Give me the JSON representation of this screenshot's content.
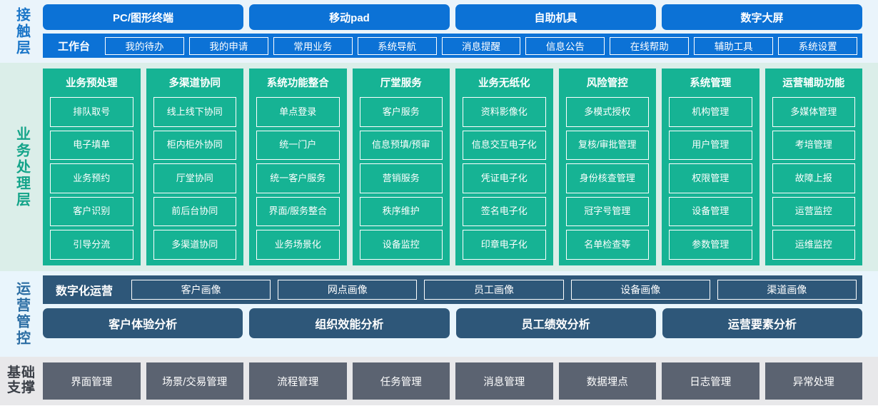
{
  "colors": {
    "contact_bg": "#eaf4fb",
    "contact_accent": "#0c72d6",
    "business_bg": "#dbeee9",
    "business_accent": "#16b394",
    "ops_bg": "#e9f5fc",
    "ops_accent": "#2e5779",
    "base_bg": "#e8e8ea",
    "base_accent": "#5b6371"
  },
  "layers": {
    "contact": {
      "label": "接触层",
      "channels": [
        {
          "label": "PC/图形终端"
        },
        {
          "label": "移动pad"
        },
        {
          "label": "自助机具"
        },
        {
          "label": "数字大屏"
        }
      ],
      "workbench_title": "工作台",
      "workbench_items": [
        {
          "label": "我的待办"
        },
        {
          "label": "我的申请"
        },
        {
          "label": "常用业务"
        },
        {
          "label": "系统导航"
        },
        {
          "label": "消息提醒"
        },
        {
          "label": "信息公告"
        },
        {
          "label": "在线帮助"
        },
        {
          "label": "辅助工具"
        },
        {
          "label": "系统设置"
        }
      ]
    },
    "business": {
      "label": "业务处理层",
      "columns": [
        {
          "title": "业务预处理",
          "items": [
            {
              "label": "排队取号"
            },
            {
              "label": "电子填单"
            },
            {
              "label": "业务预约"
            },
            {
              "label": "客户识别"
            },
            {
              "label": "引导分流"
            }
          ]
        },
        {
          "title": "多渠道协同",
          "items": [
            {
              "label": "线上线下协同"
            },
            {
              "label": "柜内柜外协同"
            },
            {
              "label": "厅堂协同"
            },
            {
              "label": "前后台协同"
            },
            {
              "label": "多渠道协同"
            }
          ]
        },
        {
          "title": "系统功能整合",
          "items": [
            {
              "label": "单点登录"
            },
            {
              "label": "统一门户"
            },
            {
              "label": "统一客户服务"
            },
            {
              "label": "界面/服务整合"
            },
            {
              "label": "业务场景化"
            }
          ]
        },
        {
          "title": "厅堂服务",
          "items": [
            {
              "label": "客户服务"
            },
            {
              "label": "信息预填/预审"
            },
            {
              "label": "营销服务"
            },
            {
              "label": "秩序维护"
            },
            {
              "label": "设备监控"
            }
          ]
        },
        {
          "title": "业务无纸化",
          "items": [
            {
              "label": "资料影像化"
            },
            {
              "label": "信息交互电子化"
            },
            {
              "label": "凭证电子化"
            },
            {
              "label": "签名电子化"
            },
            {
              "label": "印章电子化"
            }
          ]
        },
        {
          "title": "风险管控",
          "items": [
            {
              "label": "多模式授权"
            },
            {
              "label": "复核/审批管理"
            },
            {
              "label": "身份核查管理"
            },
            {
              "label": "冠字号管理"
            },
            {
              "label": "名单检查等"
            }
          ]
        },
        {
          "title": "系统管理",
          "items": [
            {
              "label": "机构管理"
            },
            {
              "label": "用户管理"
            },
            {
              "label": "权限管理"
            },
            {
              "label": "设备管理"
            },
            {
              "label": "参数管理"
            }
          ]
        },
        {
          "title": "运营辅助功能",
          "items": [
            {
              "label": "多媒体管理"
            },
            {
              "label": "考培管理"
            },
            {
              "label": "故障上报"
            },
            {
              "label": "运营监控"
            },
            {
              "label": "运维监控"
            }
          ]
        }
      ]
    },
    "operations": {
      "label": "运营管控",
      "digital_title": "数字化运营",
      "portraits": [
        {
          "label": "客户画像"
        },
        {
          "label": "网点画像"
        },
        {
          "label": "员工画像"
        },
        {
          "label": "设备画像"
        },
        {
          "label": "渠道画像"
        }
      ],
      "analyses": [
        {
          "label": "客户体验分析"
        },
        {
          "label": "组织效能分析"
        },
        {
          "label": "员工绩效分析"
        },
        {
          "label": "运营要素分析"
        }
      ]
    },
    "foundation": {
      "label_line1": "基础",
      "label_line2": "支撑",
      "items": [
        {
          "label": "界面管理"
        },
        {
          "label": "场景/交易管理"
        },
        {
          "label": "流程管理"
        },
        {
          "label": "任务管理"
        },
        {
          "label": "消息管理"
        },
        {
          "label": "数据埋点"
        },
        {
          "label": "日志管理"
        },
        {
          "label": "异常处理"
        }
      ]
    }
  }
}
